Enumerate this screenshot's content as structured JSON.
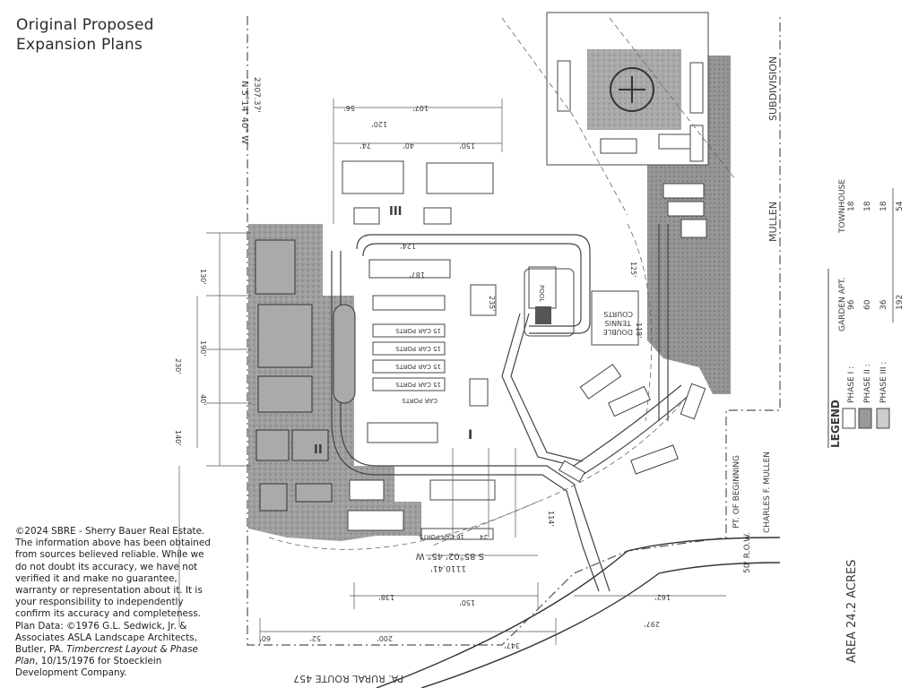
{
  "title": {
    "line1": "Original Proposed",
    "line2": "Expansion Plans"
  },
  "disclaimer": {
    "l1": "©2024 SBRE - Sherry Bauer Real Estate.",
    "l2": "The information above has been obtained",
    "l3": "from sources believed reliable. While we",
    "l4": "do not doubt its accuracy, we have not",
    "l5": "verified it and make no guarantee,",
    "l6": "warranty or representation about it. It is",
    "l7": "your responsibility to independently",
    "l8": "confirm its accuracy and completeness.",
    "l9": "Plan Data: ©1976 G.L. Sedwick, Jr. &",
    "l10": "Associates ASLA Landscape Architects,",
    "l11_prefix": "Butler, PA. ",
    "l11_italic": "Timbercrest Layout & Phase",
    "l12_italic": "Plan",
    "l12_suffix": ", 10/15/1976 for Stoecklein",
    "l13": "Development Company."
  },
  "plan": {
    "bearing_top": "N 5°14' 40\" W",
    "bearing_top_dist": "2307.37'",
    "bearing_bottom": "S 85°02' 45\" W",
    "bearing_bottom_dist": "1110.41'",
    "dims": [
      "56'",
      "107'",
      "120'",
      "74'",
      "40'",
      "150'",
      "230'",
      "140'",
      "124'",
      "187'",
      "150'",
      "138'",
      "200'",
      "52'",
      "60'",
      "347'",
      "297'",
      "162'",
      "114'",
      "125'",
      "118'",
      "235'",
      "130'",
      "190'",
      "40'"
    ],
    "phase_labels": [
      "III",
      "I",
      "II"
    ],
    "carport_labels": [
      "15 CAR PORTS",
      "15 CAR PORTS",
      "15 CAR PORTS",
      "15 CAR PORTS",
      "CAR PORTS",
      "16 CAR PORTS",
      "24"
    ],
    "tennis_label_1": "DOUBLE",
    "tennis_label_2": "TENNIS",
    "tennis_label_3": "COURTS",
    "pool_label": "POOL",
    "road_label": "PA. RURAL ROUTE 457",
    "row_label": "50' R.O.W.",
    "beginning_label": "PT. OF BEGINNING",
    "owner_label": "CHARLES F. MULLEN",
    "north_owner": "MULLEN",
    "subdivision_label": "SUBDIVISION",
    "area_label": "AREA 24.2 ACRES"
  },
  "legend": {
    "title": "LEGEND",
    "col_garden": "GARDEN APT.",
    "col_town": "TOWNHOUSE",
    "rows": [
      {
        "phase": "PHASE I :",
        "garden": "96",
        "town": "18"
      },
      {
        "phase": "PHASE II :",
        "garden": "60",
        "town": "18"
      },
      {
        "phase": "PHASE III :",
        "garden": "36",
        "town": "18"
      }
    ],
    "total_garden": "192",
    "total_town": "54"
  },
  "colors": {
    "paper": "#ffffff",
    "ink": "#3a3a3a",
    "shade_phase2": "#8c8c8c",
    "shade_phase3": "#a6a6a6"
  }
}
